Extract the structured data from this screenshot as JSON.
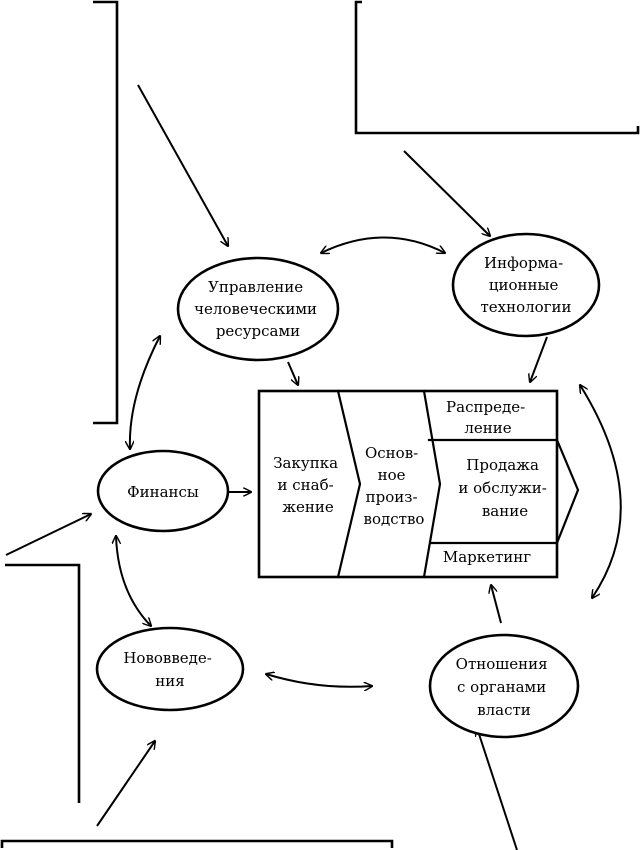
{
  "nodes": {
    "hr": [
      "Управление",
      "человеческими",
      "ресурсами"
    ],
    "it": [
      "Информа-",
      "ционные",
      "технологии"
    ],
    "finance": [
      "Финансы"
    ],
    "innovation": [
      "Нововведе-",
      "ния"
    ],
    "government": [
      "Отношения",
      "с органами",
      "власти"
    ]
  },
  "value_chain": {
    "procurement": [
      "Закупка",
      "и снаб-",
      "жение"
    ],
    "production": [
      "Основ-",
      "ное",
      "произ-",
      "водство"
    ],
    "distribution": [
      "Распреде-",
      "ление"
    ],
    "sales": [
      "Продажа",
      "и обслужи-",
      "вание"
    ],
    "marketing": [
      "Маркетинг"
    ]
  },
  "colors": {
    "line": "#000000",
    "background": "#ffffff"
  }
}
